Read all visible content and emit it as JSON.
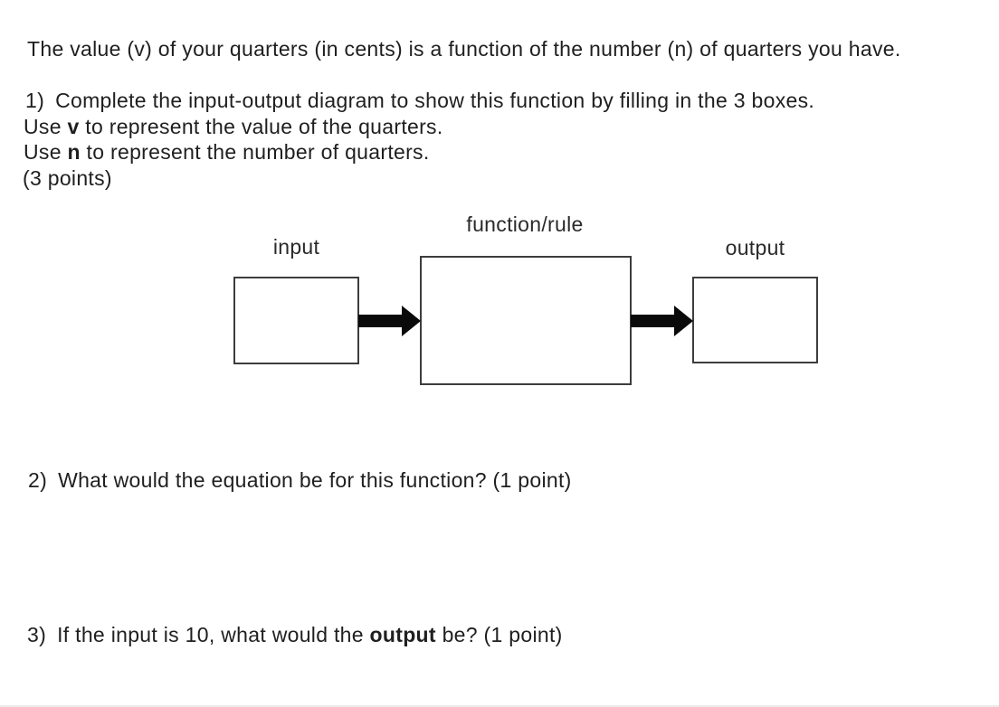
{
  "colors": {
    "background": "#ffffff",
    "text": "#1f1f1f",
    "box_border": "#3d3d3d",
    "arrow": "#0a0a0a",
    "bottom_divider": "#ebebeb"
  },
  "intro": {
    "text": "The value (v) of your quarters (in cents) is a function of the number (n) of quarters you have."
  },
  "question1": {
    "label": "1)",
    "prompt": "Complete the input-output diagram to show this function by filling in the 3 boxes.",
    "instruction_v": {
      "pre": "Use ",
      "var": "v",
      "post": " to represent the value of the quarters."
    },
    "instruction_n": {
      "pre": "Use ",
      "var": "n",
      "post": " to represent the number of quarters."
    },
    "points": "(3 points)"
  },
  "diagram": {
    "function_rule_label": "function/rule",
    "input_label": "input",
    "output_label": "output",
    "input_box_value": "",
    "function_rule_box_value": "",
    "output_box_value": ""
  },
  "question2": {
    "label": "2)",
    "prompt": "What would the equation be for this function? (1 point)"
  },
  "question3": {
    "label": "3)",
    "pre": "If the input is 10, what would the ",
    "emphasis": "output",
    "post": " be? (1 point)"
  }
}
